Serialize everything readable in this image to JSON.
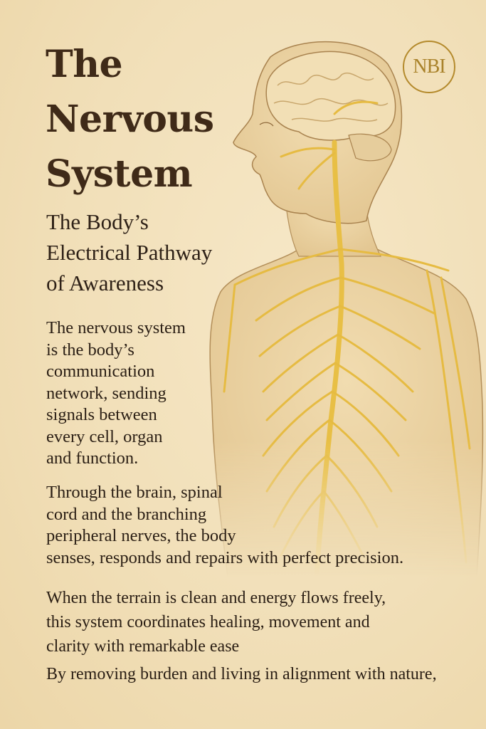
{
  "poster": {
    "title_lines": [
      "The",
      "Nervous",
      "System"
    ],
    "subtitle_lines": [
      "The Body’s",
      "Electrical Pathway",
      "of Awareness"
    ],
    "badge": {
      "text": "NBI",
      "color": "#b48a2c"
    },
    "paragraphs": [
      {
        "lines": [
          "The nervous system",
          "is the body’s",
          "communication",
          "network, sending",
          "signals between",
          "every cell, organ",
          "and function."
        ]
      },
      {
        "lines": [
          "Through the brain, spinal",
          "cord and the branching",
          "peripheral nerves, the body",
          "senses, responds and repairs with perfect precision."
        ]
      },
      {
        "lines": [
          "When the terrain is clean and energy flows freely,",
          "this system coordinates healing, movement and",
          "clarity with remarkable ease"
        ]
      },
      {
        "lines": [
          "By removing burden and living in alignment with nature,"
        ]
      }
    ],
    "illustration": {
      "subject": "human-nervous-system-figure",
      "colors": {
        "skin": "#e9d2a4",
        "outline": "#a9834f",
        "nerve": "#e8bf45",
        "brain": "#f0dcb0"
      }
    },
    "colors": {
      "background": "#f3e2bd",
      "title": "#3f2a18",
      "text": "#2a1e14"
    }
  }
}
